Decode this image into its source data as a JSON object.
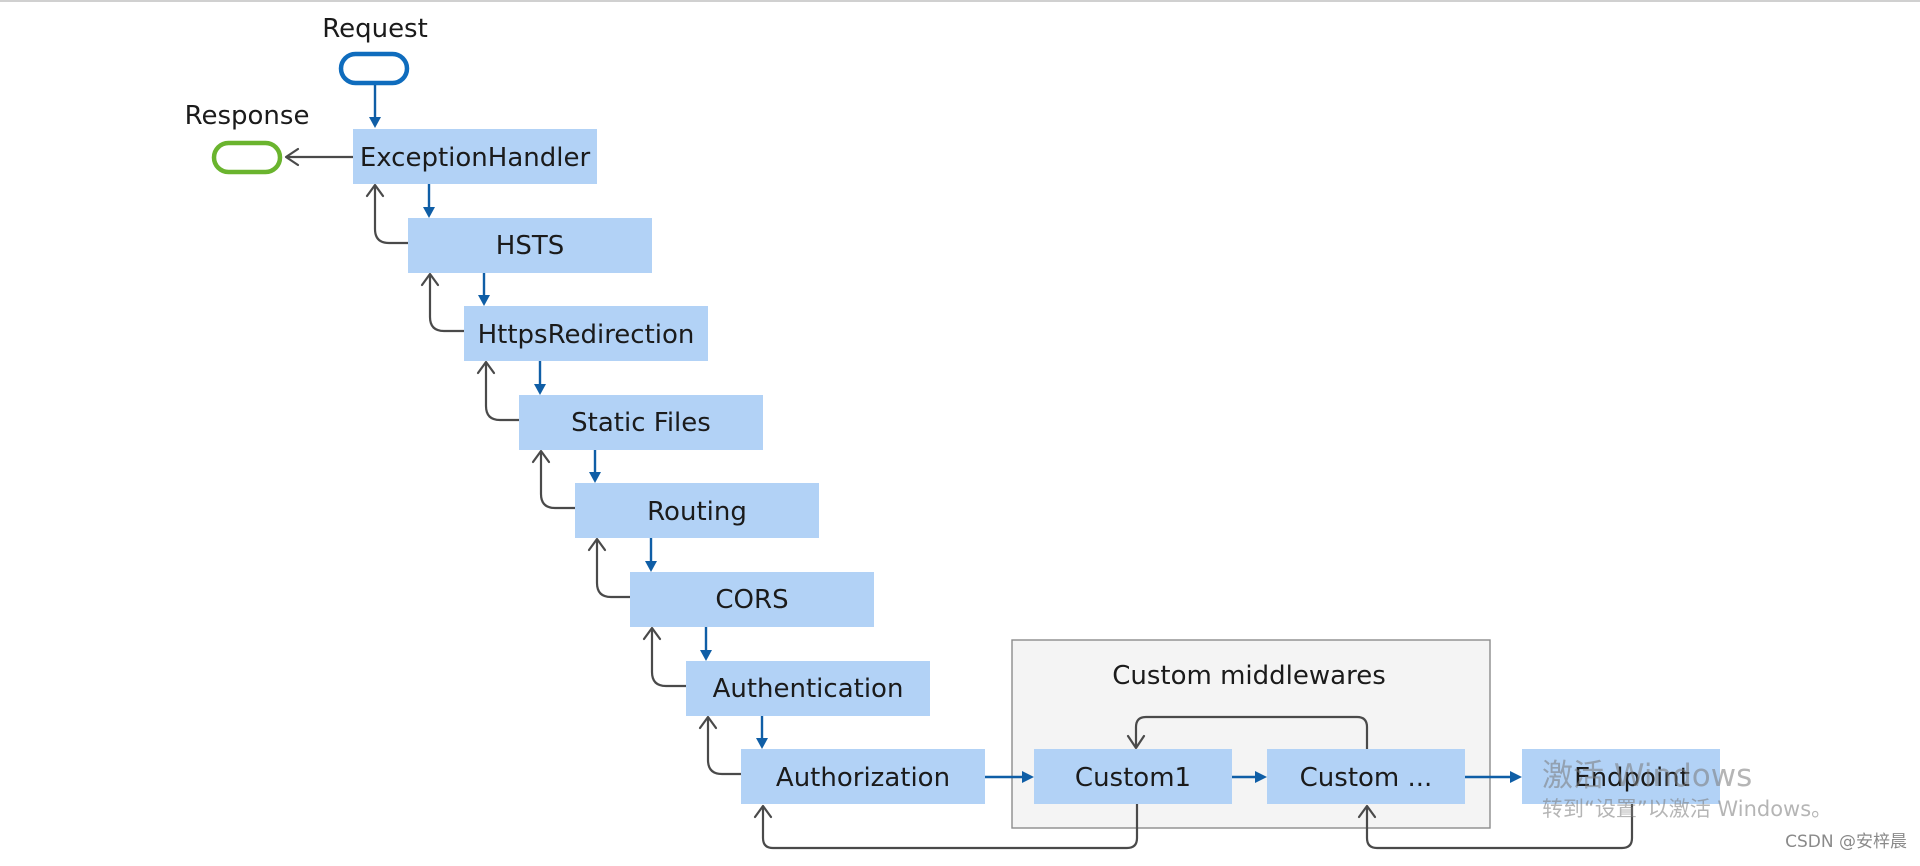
{
  "diagram": {
    "request_label": "Request",
    "response_label": "Response",
    "pipeline": [
      "ExceptionHandler",
      "HSTS",
      "HttpsRedirection",
      "Static Files",
      "Routing",
      "CORS",
      "Authentication",
      "Authorization"
    ],
    "custom_group_title": "Custom middlewares",
    "custom": [
      "Custom1",
      "Custom ..."
    ],
    "endpoint": "Endpoint"
  },
  "watermark": {
    "title": "激活 Windows",
    "subtitle": "转到“设置”以激活 Windows。"
  },
  "credit": "CSDN @安梓晨",
  "colors": {
    "node_fill": "#b2d2f6",
    "request_terminal": "#0f6cbd",
    "response_terminal": "#6ab42e",
    "forward_arrow": "#0f5ea6",
    "return_arrow": "#4a4a4a",
    "group_fill": "#f4f4f4",
    "group_border": "#8c8c8c"
  }
}
